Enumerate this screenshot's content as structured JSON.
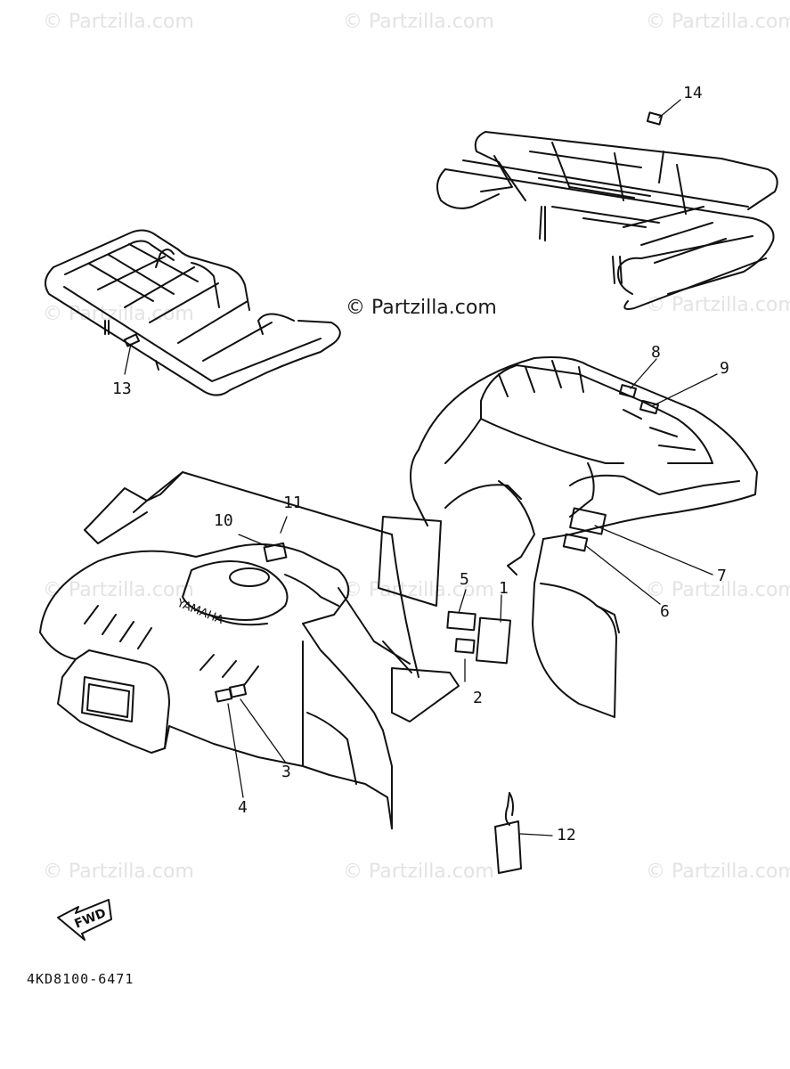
{
  "watermark": {
    "text": "© Partzilla.com",
    "center_text": "© Partzilla.com"
  },
  "callouts": [
    "1",
    "2",
    "3",
    "4",
    "5",
    "6",
    "7",
    "8",
    "9",
    "10",
    "11",
    "12",
    "13",
    "14"
  ],
  "decal_texts": {
    "yamaha": "YAMAHA",
    "fwd": "FWD"
  },
  "diagram_code": "4KD8100-6471"
}
